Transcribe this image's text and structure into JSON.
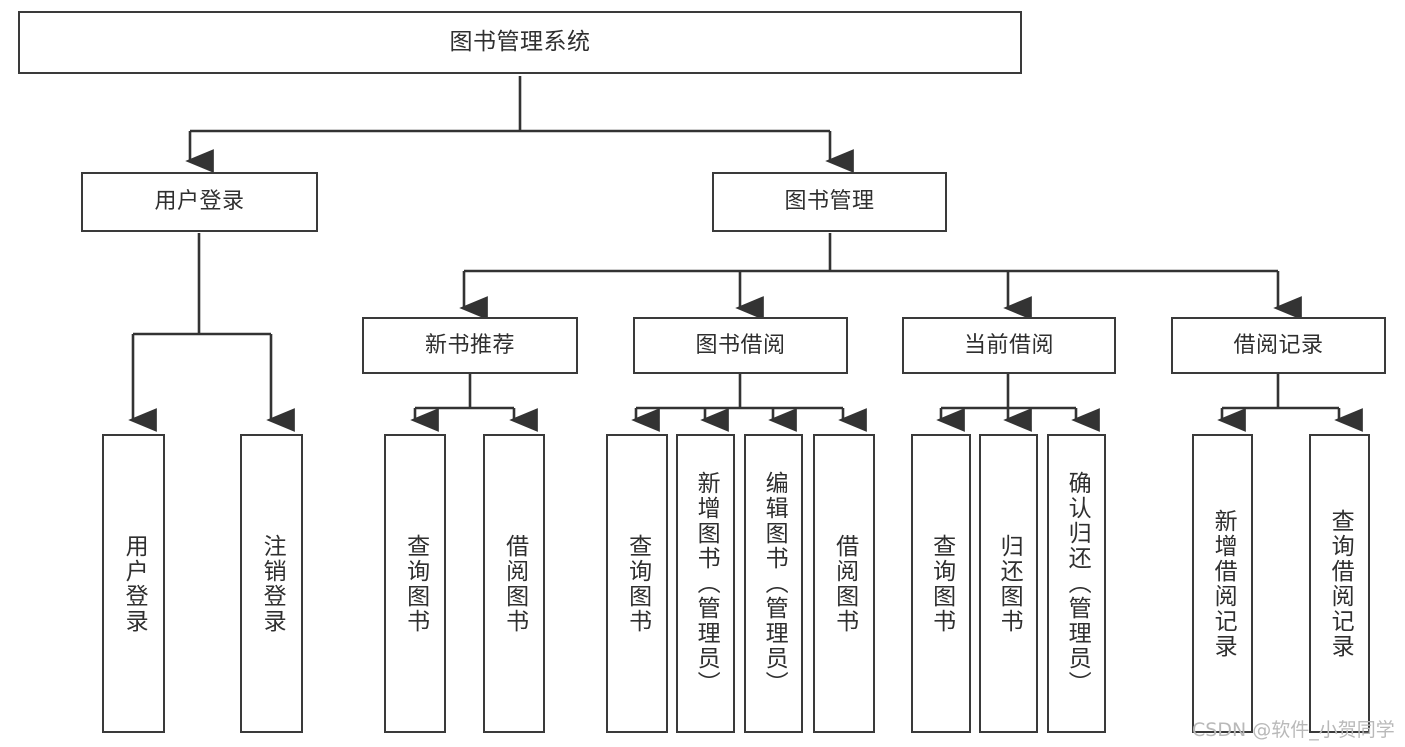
{
  "diagram": {
    "type": "tree-hierarchy",
    "title": "图书管理系统",
    "colors": {
      "box_border": "#3a3a3a",
      "box_fill": "#ffffff",
      "edge": "#333333",
      "text": "#2f2f2f",
      "watermark": "#b9b9b9",
      "background": "#ffffff"
    },
    "root": {
      "label": "图书管理系统"
    },
    "level1": [
      {
        "id": "user-login",
        "label": "用户登录"
      },
      {
        "id": "book-manage",
        "label": "图书管理"
      }
    ],
    "level2": [
      {
        "id": "new-book-rec",
        "label": "新书推荐",
        "parent": "book-manage"
      },
      {
        "id": "book-borrow",
        "label": "图书借阅",
        "parent": "book-manage"
      },
      {
        "id": "current-borrow",
        "label": "当前借阅",
        "parent": "book-manage"
      },
      {
        "id": "borrow-record",
        "label": "借阅记录",
        "parent": "book-manage"
      }
    ],
    "leaves": [
      {
        "id": "leaf-user-login",
        "label": "用户登录",
        "parent": "user-login"
      },
      {
        "id": "leaf-user-logout",
        "label": "注销登录",
        "parent": "user-login"
      },
      {
        "id": "leaf-query-book-1",
        "label": "查询图书",
        "parent": "new-book-rec"
      },
      {
        "id": "leaf-borrow-book-1",
        "label": "借阅图书",
        "parent": "new-book-rec"
      },
      {
        "id": "leaf-query-book-2",
        "label": "查询图书",
        "parent": "book-borrow"
      },
      {
        "id": "leaf-add-book",
        "label": "新增图书（管理员）",
        "parent": "book-borrow"
      },
      {
        "id": "leaf-edit-book",
        "label": "编辑图书（管理员）",
        "parent": "book-borrow"
      },
      {
        "id": "leaf-borrow-book-2",
        "label": "借阅图书",
        "parent": "book-borrow"
      },
      {
        "id": "leaf-query-book-3",
        "label": "查询图书",
        "parent": "current-borrow"
      },
      {
        "id": "leaf-return-book",
        "label": "归还图书",
        "parent": "current-borrow"
      },
      {
        "id": "leaf-confirm-return",
        "label": "确认归还（管理员）",
        "parent": "current-borrow"
      },
      {
        "id": "leaf-add-record",
        "label": "新增借阅记录",
        "parent": "borrow-record"
      },
      {
        "id": "leaf-query-record",
        "label": "查询借阅记录",
        "parent": "borrow-record"
      }
    ]
  },
  "watermark": {
    "text": "CSDN @软件_小贺同学"
  }
}
